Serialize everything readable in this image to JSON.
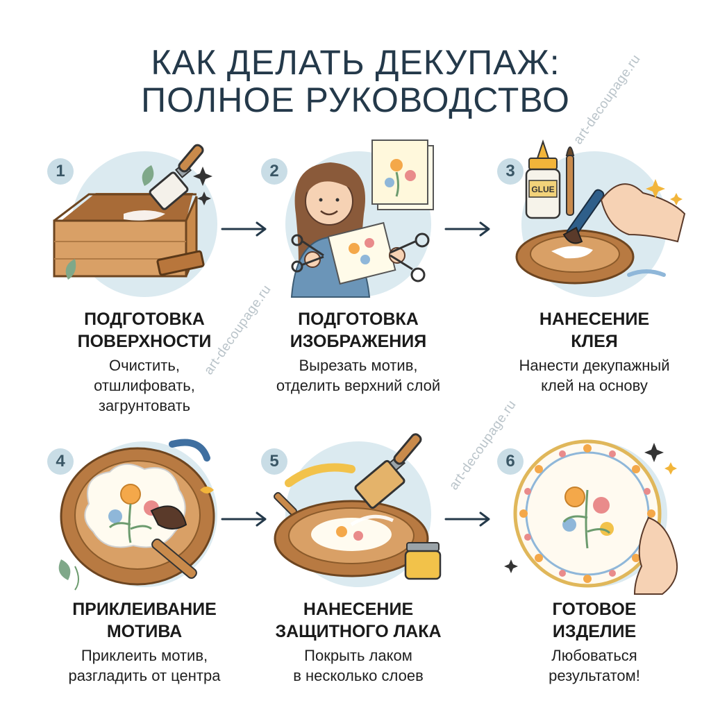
{
  "title": {
    "line1": "КАК ДЕЛАТЬ ДЕКУПАЖ:",
    "line2": "ПОЛНОЕ РУКОВОДСТВО"
  },
  "watermark": "art-decoupage.ru",
  "colors": {
    "circle": "#dbeaf0",
    "title": "#24394a",
    "wood": "#c98a4b",
    "accent": "#f2b53a"
  },
  "steps": [
    {
      "number": "1",
      "icon": "wooden-box-brush-icon",
      "heading": [
        "ПОДГОТОВКА",
        "ПОВЕРХНОСТИ"
      ],
      "desc": [
        "Очистить,",
        "отшлифовать,",
        "загрунтовать"
      ]
    },
    {
      "number": "2",
      "icon": "woman-cutting-napkin-icon",
      "heading": [
        "ПОДГОТОВКА",
        "ИЗОБРАЖЕНИЯ"
      ],
      "desc": [
        "Вырезать мотив,",
        "отделить верхний слой"
      ]
    },
    {
      "number": "3",
      "icon": "glue-brush-plate-icon",
      "glue_label": "GLUE",
      "heading": [
        "НАНЕСЕНИЕ",
        "КЛЕЯ"
      ],
      "desc": [
        "Нанести декупажный",
        "клей на основу"
      ]
    },
    {
      "number": "4",
      "icon": "motif-on-plate-icon",
      "heading": [
        "ПРИКЛЕИВАНИЕ",
        "МОТИВА"
      ],
      "desc": [
        "Приклеить мотив,",
        "разгладить от центра"
      ]
    },
    {
      "number": "5",
      "icon": "varnish-brush-icon",
      "heading": [
        "НАНЕСЕНИЕ",
        "ЗАЩИТНОГО ЛАКА"
      ],
      "desc": [
        "Покрыть лаком",
        "в несколько слоев"
      ]
    },
    {
      "number": "6",
      "icon": "finished-plate-icon",
      "heading": [
        "ГОТОВОЕ",
        "ИЗДЕЛИЕ"
      ],
      "desc": [
        "Любоваться",
        "результатом!"
      ]
    }
  ]
}
